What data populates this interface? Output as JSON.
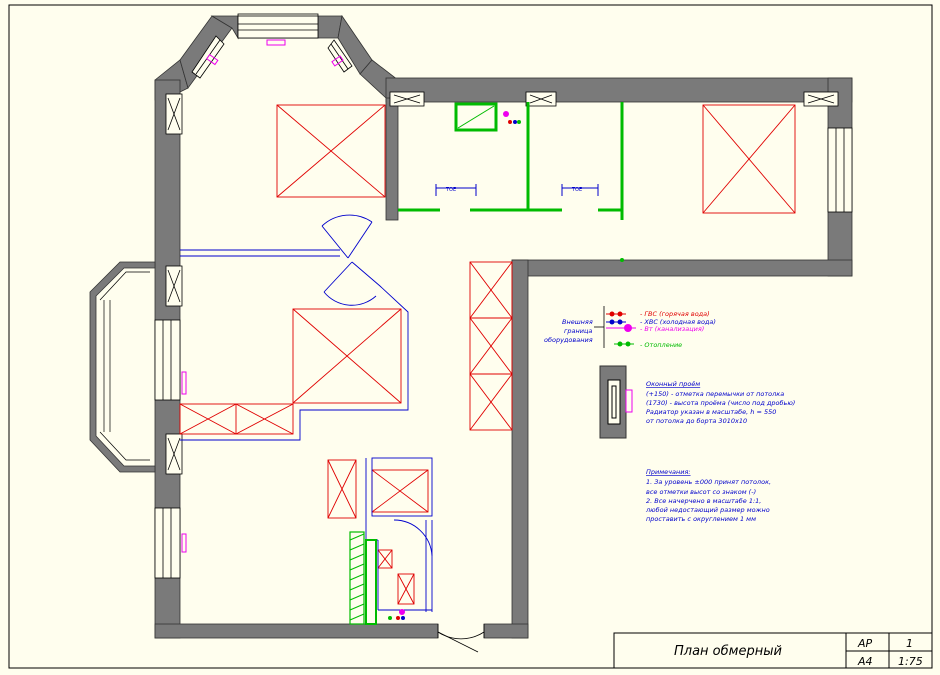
{
  "colors": {
    "paper": "#fffeee",
    "wall": "#7a7a7a",
    "red": "#e00000",
    "blue": "#0000cc",
    "green": "#00bb00",
    "magenta": "#ee00ee",
    "black": "#000000"
  },
  "title_block": {
    "title": "План обмерный",
    "col1_row1": "АР",
    "col2_row1": "1",
    "col1_row2": "А4",
    "col2_row2": "1:75"
  },
  "legend": {
    "boundary_label_l1": "Внешняя",
    "boundary_label_l2": "граница",
    "boundary_label_l3": "оборудования",
    "items": [
      {
        "text": "- ГВС (горячая вода)",
        "color": "red"
      },
      {
        "text": "- ХВС (холодная вода)",
        "color": "blue"
      },
      {
        "text": "- Вт (канализация)",
        "color": "magenta"
      },
      {
        "text": "- Отопление",
        "color": "green"
      }
    ]
  },
  "window_note": {
    "heading": "Оконный проём",
    "lines": [
      "(+150) - отметка перемычки от потолка",
      "(1730) - высота проёма (число под дробью)",
      "Радиатор указан в масштабе, h = 550",
      "от потолка до борта 3010x10"
    ]
  },
  "notes": {
    "heading": "Примечания:",
    "lines": [
      "1. За уровень ±000 принят потолок,",
      "все отметки высот со знаком (-)",
      "2. Все начерчено в масштабе 1:1,",
      "любой недостающий размер можно",
      "проставить с округлением 1 мм"
    ]
  },
  "plan_labels": {
    "drain_1": "ТОЕ",
    "drain_2": "ТОЕ"
  }
}
